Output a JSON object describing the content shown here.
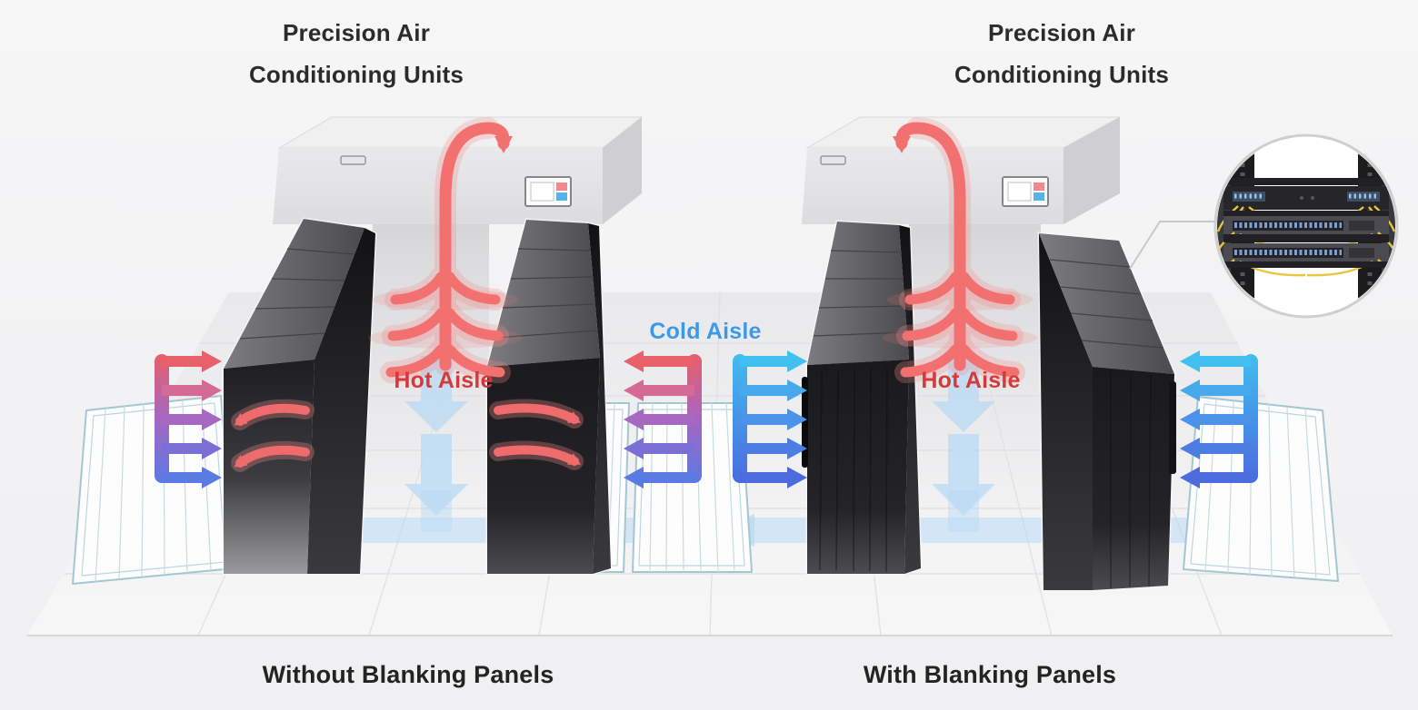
{
  "diagram": {
    "title_left": {
      "line1": "Precision Air",
      "line2": "Conditioning Units"
    },
    "title_right": {
      "line1": "Precision Air",
      "line2": "Conditioning Units"
    },
    "aisle_labels": {
      "hot_left": "Hot Aisle",
      "hot_right": "Hot Aisle",
      "cold": "Cold Aisle"
    },
    "captions": {
      "left": "Without Blanking Panels",
      "right": "With Blanking Panels"
    },
    "colors": {
      "background": "#f3f3f4",
      "hot_flow": "#f37070",
      "hot_label": "#d43a3a",
      "cold_label": "#3c99e8",
      "underfloor_cold": "#badaf5",
      "mixed_arrow_colors": [
        "#e7606a",
        "#d66a96",
        "#a768c2",
        "#7b6fd6",
        "#5b7ae2"
      ],
      "cold_arrow_colors": [
        "#41bff0",
        "#47a8ec",
        "#4b92e8",
        "#4b7de3",
        "#4b6bde"
      ],
      "cable_yellow": "#e9c63d",
      "title_text": "#2b2b2b",
      "caption_text": "#232323"
    }
  }
}
